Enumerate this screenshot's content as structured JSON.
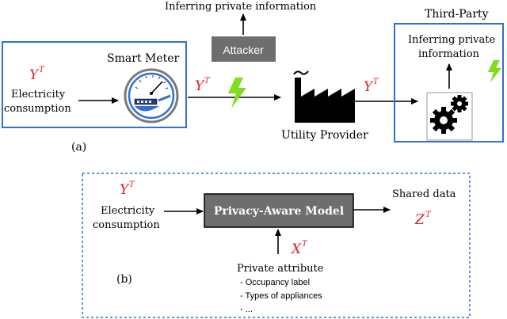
{
  "panel_a": {
    "caption": "(a)",
    "meter_title": "Smart Meter",
    "signal_left": "Y",
    "signal_left_sup": "T",
    "consumption_line1": "Electricity",
    "consumption_line2": "consumption",
    "wire_signal": "Y",
    "wire_signal_sup": "T",
    "attacker_label": "Attacker",
    "attacker_goal": "Inferring private information",
    "provider_label": "Utility Provider",
    "provider_signal": "Y",
    "provider_signal_sup": "T",
    "third_party_title": "Third-Party",
    "third_party_line1": "Inferring private",
    "third_party_line2": "information"
  },
  "panel_b": {
    "caption": "(b)",
    "signal": "Y",
    "signal_sup": "T",
    "consumption_line1": "Electricity",
    "consumption_line2": "consumption",
    "model_label": "Privacy-Aware Model",
    "shared_label": "Shared data",
    "shared_signal": "Z",
    "shared_signal_sup": "T",
    "private_signal": "X",
    "private_signal_sup": "T",
    "private_title": "Private attribute",
    "private_items": [
      "- Occupancy label",
      "- Types of appliances",
      "- ..."
    ]
  },
  "colors": {
    "accent_blue": "#2f6fd6",
    "signal_red": "#e02020",
    "bolt_green": "#7fdc1e",
    "box_gray": "#6e6e6e"
  }
}
